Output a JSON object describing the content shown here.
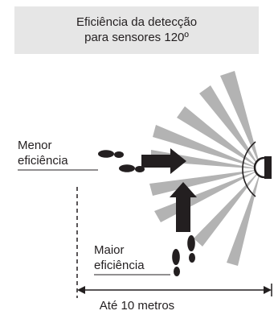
{
  "title": {
    "line1": "Eficiência da detecção",
    "line2": "para sensores 120º"
  },
  "labels": {
    "low_efficiency_line1": "Menor",
    "low_efficiency_line2": "eficiência",
    "high_efficiency_line1": "Maior",
    "high_efficiency_line2": "eficiência",
    "distance": "Até 10 metros"
  },
  "colors": {
    "rays": "#b3b3b3",
    "arrows": "#231f20",
    "title_background": "#e6e6e6"
  },
  "icons": [
    "footprints-icon",
    "arrow-right-icon",
    "arrow-up-icon",
    "sensor-icon"
  ]
}
